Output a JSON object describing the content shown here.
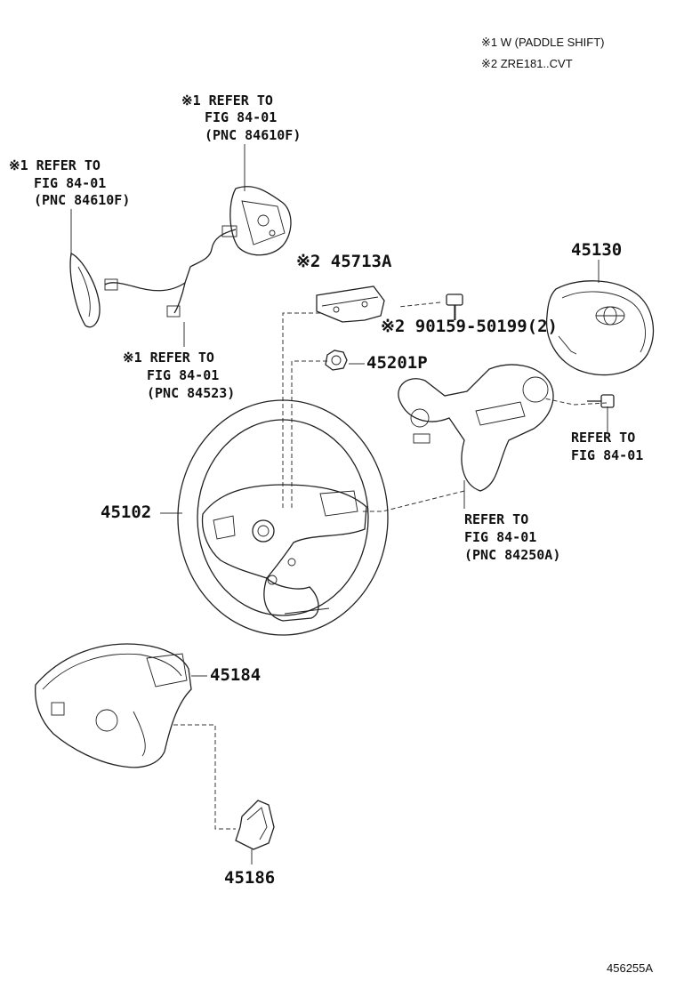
{
  "notes": {
    "note1": "※1 W (PADDLE SHIFT)",
    "note2": "※2 ZRE181..CVT"
  },
  "refs": {
    "top_center": {
      "line1": "※1 REFER TO",
      "line2": "FIG 84-01",
      "line3": "(PNC 84610F)"
    },
    "top_left": {
      "line1": "※1 REFER TO",
      "line2": "FIG 84-01",
      "line3": "(PNC 84610F)"
    },
    "mid_left": {
      "line1": "※1 REFER TO",
      "line2": "FIG 84-01",
      "line3": "(PNC 84523)"
    },
    "right_screw": {
      "line1": "REFER TO",
      "line2": "FIG 84-01"
    },
    "right_cover": {
      "line1": "REFER TO",
      "line2": "FIG 84-01",
      "line3": "(PNC 84250A)"
    }
  },
  "parts": {
    "p45713a": "※2 45713A",
    "p90159": "※2 90159-50199(2)",
    "p45201p": "45201P",
    "p45130": "45130",
    "p45102": "45102",
    "p45184": "45184",
    "p45186": "45186"
  },
  "figure_id": "456255A"
}
